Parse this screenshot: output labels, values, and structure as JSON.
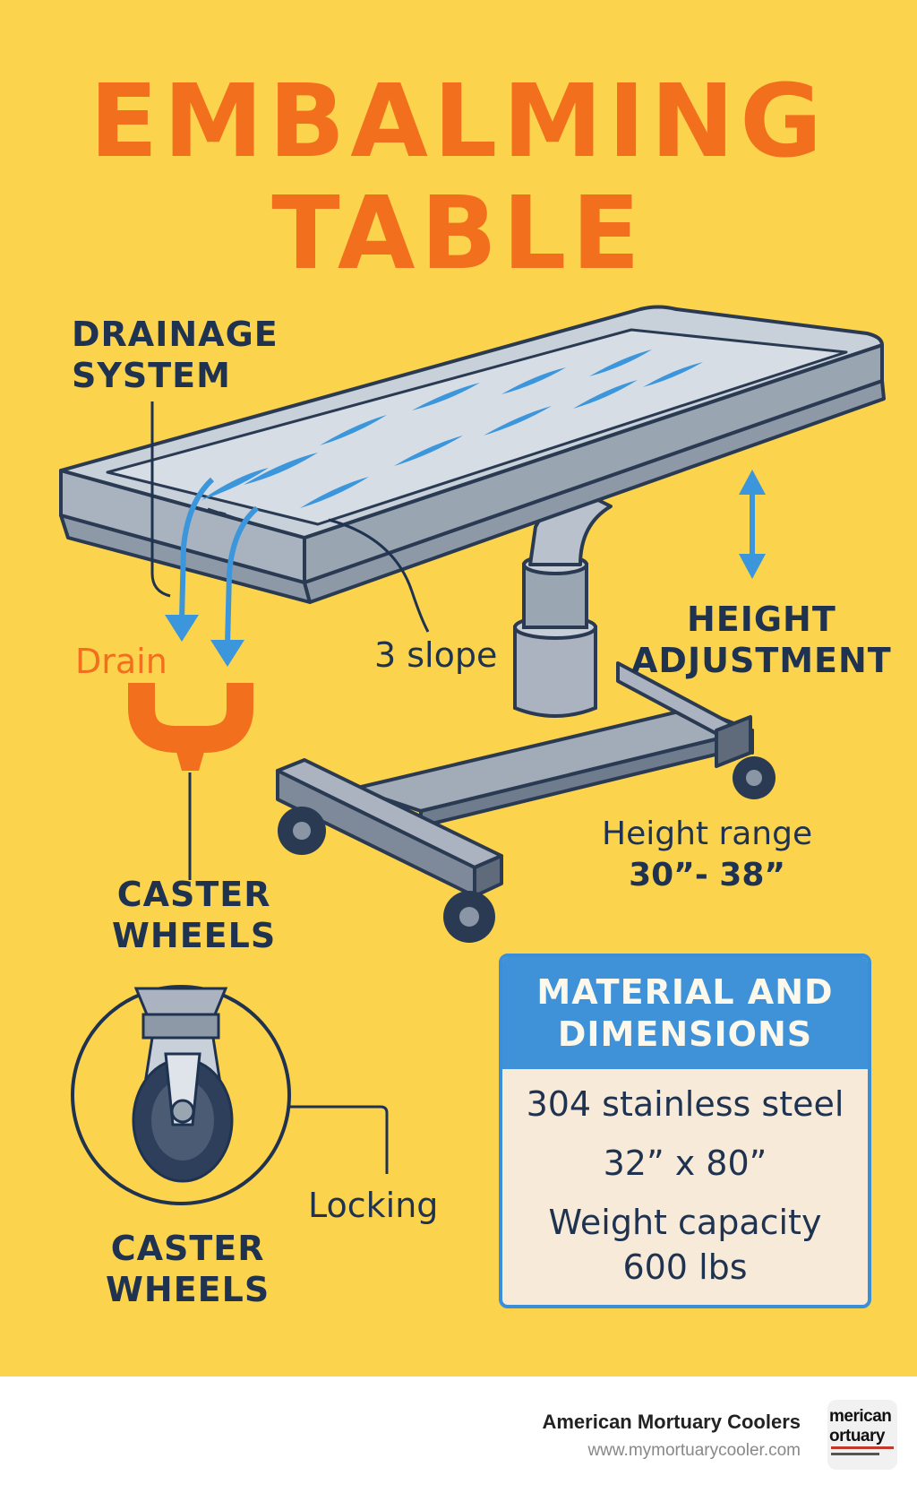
{
  "title": {
    "line1": "EMBALMING",
    "line2": "TABLE"
  },
  "labels": {
    "drainage_system": {
      "line1": "DRAINAGE",
      "line2": "SYSTEM"
    },
    "drain": "Drain",
    "slope": "3 slope",
    "height_adjustment": {
      "line1": "HEIGHT",
      "line2": "ADJUSTMENT"
    },
    "caster_wheels_upper": {
      "line1": "CASTER",
      "line2": "WHEELS"
    },
    "height_range": {
      "line1": "Height range",
      "line2": "30”- 38”"
    },
    "locking": "Locking",
    "caster_wheels_lower": {
      "line1": "CASTER",
      "line2": "WHEELS"
    }
  },
  "specs": {
    "header": {
      "line1": "MATERIAL AND",
      "line2": "DIMENSIONS"
    },
    "material": "304 stainless steel",
    "dimensions": "32” x 80”",
    "capacity": {
      "line1": "Weight capacity",
      "line2": "600 lbs"
    }
  },
  "footer": {
    "brand_name": "American Mortuary Coolers",
    "url": "www.mymortuarycooler.com",
    "logo_text": {
      "line1": "merican",
      "line2": "ortuary"
    }
  },
  "colors": {
    "background": "#fcd34d",
    "title": "#f26f1d",
    "text": "#1f3350",
    "accent_blue": "#3f92d8",
    "steel": "#c8d0d9"
  },
  "icons": [
    "drip-icon",
    "double-arrow-icon",
    "drain-trap-icon",
    "caster-wheel-icon"
  ]
}
